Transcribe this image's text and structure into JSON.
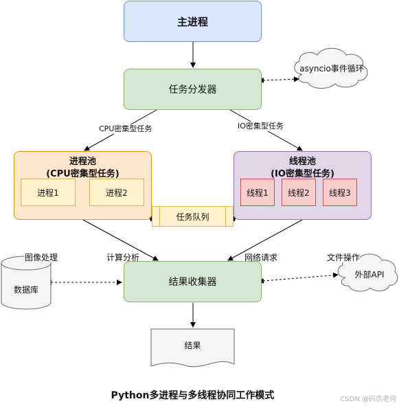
{
  "nodes": {
    "main_process": "主进程",
    "dispatcher": "任务分发器",
    "asyncio_loop": "asyncio事件循环",
    "process_pool_title": "进程池",
    "process_pool_subtitle": "(CPU密集型任务)",
    "process_1": "进程1",
    "process_2": "进程2",
    "thread_pool_title": "线程池",
    "thread_pool_subtitle": "(IO密集型任务)",
    "thread_1": "线程1",
    "thread_2": "线程2",
    "thread_3": "线程3",
    "task_queue": "任务队列",
    "collector": "结果收集器",
    "database": "数据库",
    "external_api": "外部API",
    "result": "结果"
  },
  "edge_labels": {
    "cpu_tasks": "CPU密集型任务",
    "io_tasks": "IO密集型任务",
    "image_processing": "图像处理",
    "compute_analysis": "计算分析",
    "network_request": "网络请求",
    "file_operation": "文件操作"
  },
  "caption": "Python多进程与多线程协同工作模式",
  "watermark": "CSDN @码农老何"
}
